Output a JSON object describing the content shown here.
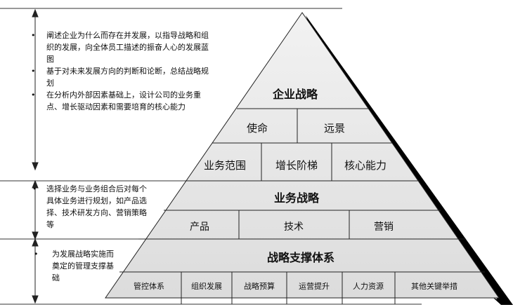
{
  "diagram": {
    "tier1": {
      "title": "企业战略",
      "row1": [
        "使命",
        "远景"
      ],
      "row2": [
        "业务范围",
        "增长阶梯",
        "核心能力"
      ]
    },
    "tier2": {
      "title": "业务战略",
      "row1": [
        "产品",
        "技术",
        "营销"
      ]
    },
    "tier3": {
      "title": "战略支撑体系",
      "row1": [
        "管控体系",
        "组织发展",
        "战略预算",
        "运营提升",
        "人力资源",
        "其他关键举措"
      ]
    }
  },
  "descriptions": {
    "tier1": [
      "阐述企业为什么而存在并发展，以指导战略和组织的发展，向全体员工描述的振奋人心的发展蓝图",
      "基于对未来发展方向的判断和论断，总结战略规划",
      "在分析内外部因素基础上，设计公司的业务重点、增长驱动因素和需要培育的核心能力"
    ],
    "tier2": [
      "选择业务与业务组合后对每个具体业务进行规划，如产品选择、技术研发方向、营销策略等"
    ],
    "tier3": [
      "为发展战略实施而奠定的管理支撑基础"
    ]
  },
  "bullet_char": "•",
  "colors": {
    "fill_light": "#ececec",
    "fill_mid": "#e2e2e2",
    "shadow": "#000000",
    "line": "#222222"
  }
}
